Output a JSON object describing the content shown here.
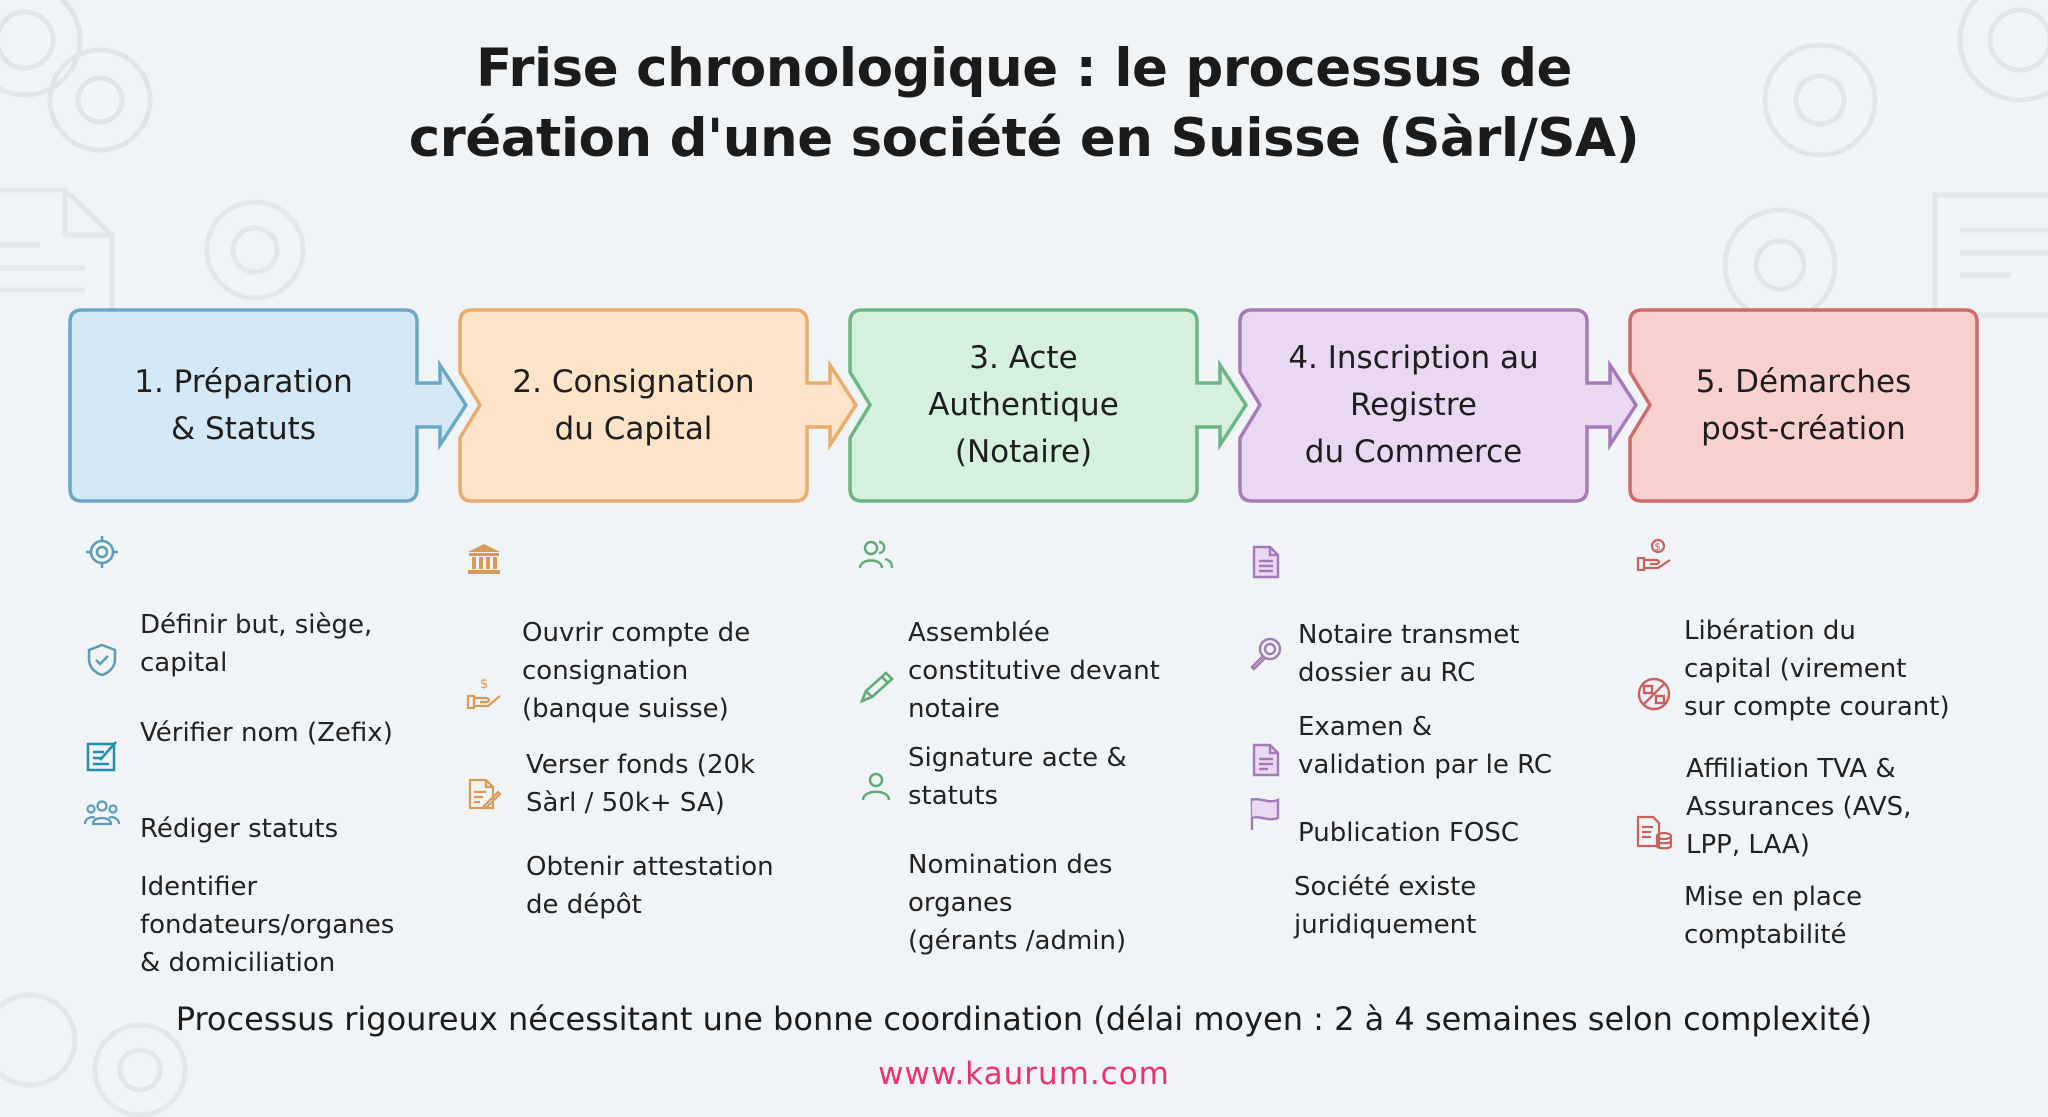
{
  "title": {
    "line1": "Frise chronologique : le processus de",
    "line2": "création d'une société en Suisse (Sàrl/SA)"
  },
  "colors": {
    "background": "#f1f4f7",
    "step1": {
      "fill": "#d4e9f5",
      "border": "#6aa8c6",
      "icon": "#5b9bb8"
    },
    "step2": {
      "fill": "#fde3c8",
      "border": "#e8ac6c",
      "icon": "#d99a55"
    },
    "step3": {
      "fill": "#d5f0dc",
      "border": "#6cb683",
      "icon": "#5faa76"
    },
    "step4": {
      "fill": "#ead7f1",
      "border": "#a57ab8",
      "icon": "#a27ab6"
    },
    "step5": {
      "fill": "#f8d1cf",
      "border": "#cc6c6a",
      "icon": "#c9605c"
    },
    "url": "#e8336f"
  },
  "steps": [
    {
      "label": "1. Préparation\n& Statuts",
      "items": [
        {
          "icon": "target-icon",
          "text": "Définir but, siège,\ncapital"
        },
        {
          "icon": "shield-check-icon",
          "text": "Vérifier nom (Zefix)"
        },
        {
          "icon": "edit-document-icon",
          "text": "Rédiger statuts"
        },
        {
          "icon": "group-icon",
          "text": "Identifier\nfondateurs/organes\n& domiciliation"
        }
      ]
    },
    {
      "label": "2. Consignation\ndu Capital",
      "items": [
        {
          "icon": "bank-icon",
          "text": "Ouvrir compte de\nconsignation\n(banque suisse)"
        },
        {
          "icon": "hand-money-icon",
          "text": "Verser fonds (20k\nSàrl / 50k+ SA)"
        },
        {
          "icon": "document-pen-icon",
          "text": "Obtenir attestation\nde dépôt"
        }
      ]
    },
    {
      "label": "3. Acte\nAuthentique\n(Notaire)",
      "items": [
        {
          "icon": "users-icon",
          "text": "Assemblée\nconstitutive devant\nnotaire"
        },
        {
          "icon": "pen-icon",
          "text": "Signature acte &\nstatuts"
        },
        {
          "icon": "user-icon",
          "text": "Nomination des\n organes\n(gérants /admin)"
        }
      ]
    },
    {
      "label": "4. Inscription au\nRegistre\ndu Commerce",
      "items": [
        {
          "icon": "document-icon",
          "text": "Notaire transmet\ndossier au RC"
        },
        {
          "icon": "magnifier-icon",
          "text": "Examen &\nvalidation par le RC"
        },
        {
          "icon": "document-icon",
          "text": "Publication FOSC"
        },
        {
          "icon": "flag-icon",
          "text": "Société existe\njuridiquement"
        }
      ]
    },
    {
      "label": "5. Démarches\npost-création",
      "items": [
        {
          "icon": "hand-money-icon",
          "text": "Libération du\ncapital (virement\nsur compte courant)"
        },
        {
          "icon": "tax-percent-icon",
          "text": "Affiliation TVA &\nAssurances (AVS,\nLPP, LAA)"
        },
        {
          "icon": "accounting-icon",
          "text": "Mise en place\ncomptabilité"
        }
      ]
    }
  ],
  "footer": {
    "text": "Processus rigoureux nécessitant une bonne coordination (délai moyen : 2 à 4 semaines selon complexité)",
    "url": "www.kaurum.com"
  }
}
